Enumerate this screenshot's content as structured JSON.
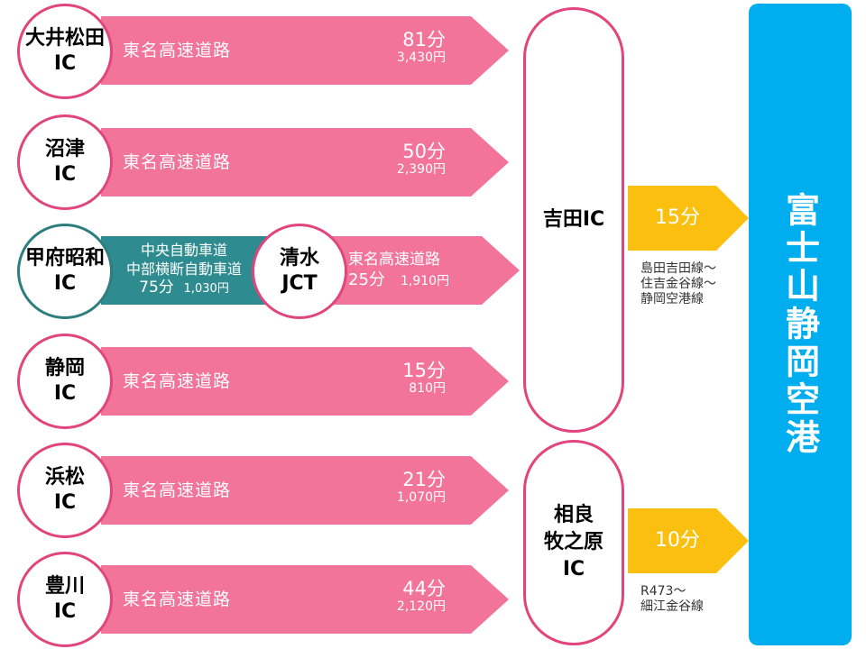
{
  "routes": [
    {
      "origin": "大井松田\nIC",
      "road": "東名高速道路",
      "time": "81分",
      "fare": "3,430円"
    },
    {
      "origin": "沼津\nIC",
      "road": "東名高速道路",
      "time": "50分",
      "fare": "2,390円"
    },
    {
      "origin": "静岡\nIC",
      "road": "東名高速道路",
      "time": "15分",
      "fare": "810円"
    },
    {
      "origin": "浜松\nIC",
      "road": "東名高速道路",
      "time": "21分",
      "fare": "1,070円"
    },
    {
      "origin": "豊川\nIC",
      "road": "東名高速道路",
      "time": "44分",
      "fare": "2,120円"
    }
  ],
  "kofu": {
    "origin": "甲府昭和\nIC",
    "road_line1": "中央自動車道",
    "road_line2": "中部横断自動車道",
    "time": "75分",
    "fare": "1,030円",
    "junction": "清水\nJCT",
    "road2": "東名高速道路",
    "time2": "25分",
    "fare2": "1,910円"
  },
  "yoshida": {
    "name": "吉田IC",
    "time": "15分",
    "route": [
      "島田吉田線～",
      "住吉金谷線～",
      "静岡空港線"
    ]
  },
  "sagara": {
    "name": "相良\n牧之原\nIC",
    "time": "10分",
    "route": [
      "R473～",
      "細江金谷線"
    ]
  },
  "destination": "富士山静岡空港",
  "colors": {
    "pink": "#f2749b",
    "teal": "#2e8b8f",
    "yellow": "#fbbf0f",
    "airport": "#00adef",
    "circle_border": "#e0457b"
  }
}
